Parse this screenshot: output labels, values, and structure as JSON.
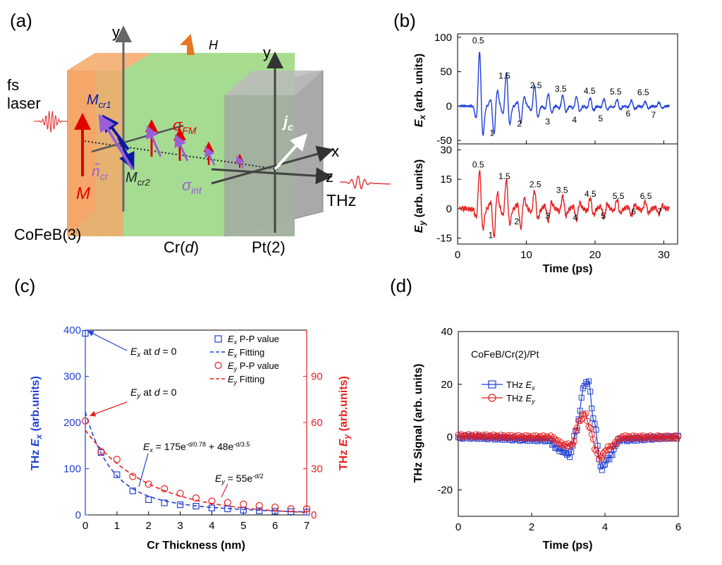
{
  "panel_labels": [
    "(a)",
    "(b)",
    "(c)",
    "(d)"
  ],
  "diagram": {
    "axis_y1": "y",
    "axis_y2": "y",
    "axis_x": "x",
    "axis_z": "z",
    "field": "H",
    "source": [
      "fs",
      "laser"
    ],
    "output": "THz",
    "m_label": "M",
    "layers": [
      "CoFeB(3)",
      "Cr(",
      "d",
      ")",
      "Pt(2)"
    ],
    "vectors": {
      "m_cr1_base": "M",
      "m_cr1_sub": "cr1",
      "m_cr2_base": "M",
      "m_cr2_sub": "cr2",
      "n_cr_base": "n̂",
      "n_cr_sub": "cr",
      "sigma_fm_base": "σ",
      "sigma_fm_sub": "FM",
      "sigma_int_base": "σ",
      "sigma_int_sub": "int",
      "jc_base": "j",
      "jc_sub": "c"
    },
    "colors": {
      "cofeb": "#f7a869",
      "cr": "#8fd37c",
      "pt": "#a6a6a6",
      "field_arrow": "#e87722",
      "m_arrow": "#e00000",
      "m_cr": "#0a1aa0",
      "sigma_int": "#9a5fd8"
    }
  },
  "chart_data": [
    {
      "id": "b-top",
      "type": "line",
      "ylabel_base": "E",
      "ylabel_sub": "x",
      "ylabel_rest": " (arb. units)",
      "xlim": [
        0,
        32
      ],
      "ylim": [
        -55,
        105
      ],
      "yticks": [
        -50,
        0,
        50,
        100
      ],
      "xticks": [
        0,
        10,
        20,
        30
      ],
      "color": "#1f3fd6",
      "peak_times": [
        3.2,
        5.3,
        7.1,
        9.2,
        11.2,
        13.2,
        15.3,
        17.3,
        19.3,
        21.3,
        23.2,
        25.3,
        27.3,
        29.3
      ],
      "peak_values": [
        86,
        -45,
        53,
        -27,
        33,
        19,
        17,
        15,
        13,
        11,
        10,
        9,
        7,
        6
      ],
      "annotations": [
        {
          "text": "0.5",
          "x": 3.0,
          "y": 91
        },
        {
          "text": "1",
          "x": 5.0,
          "y": -43
        },
        {
          "text": "1.5",
          "x": 6.8,
          "y": 40
        },
        {
          "text": "2",
          "x": 9.0,
          "y": -30
        },
        {
          "text": "2.5",
          "x": 11.4,
          "y": 26
        },
        {
          "text": "3",
          "x": 13.1,
          "y": -27
        },
        {
          "text": "3.5",
          "x": 15.0,
          "y": 21
        },
        {
          "text": "4",
          "x": 17.0,
          "y": -24
        },
        {
          "text": "4.5",
          "x": 19.2,
          "y": 18
        },
        {
          "text": "5",
          "x": 20.8,
          "y": -22
        },
        {
          "text": "5.5",
          "x": 23.0,
          "y": 17
        },
        {
          "text": "6",
          "x": 24.8,
          "y": -15
        },
        {
          "text": "6.5",
          "x": 27.0,
          "y": 16
        },
        {
          "text": "7",
          "x": 28.5,
          "y": -17
        }
      ]
    },
    {
      "id": "b-bottom",
      "type": "line",
      "xlabel": "Time (ps)",
      "ylabel_base": "E",
      "ylabel_sub": "y",
      "ylabel_rest": " (arb. units)",
      "xlim": [
        0,
        32
      ],
      "ylim": [
        -18,
        33
      ],
      "yticks": [
        -15,
        0,
        15,
        30
      ],
      "xticks": [
        0,
        10,
        20,
        30
      ],
      "color": "#e52020",
      "peak_times": [
        3.2,
        5.3,
        7.1,
        9.2,
        11.2,
        13.2,
        15.3,
        17.3,
        19.3,
        21.3,
        23.2,
        25.3,
        27.3,
        29.3
      ],
      "peak_values": [
        21,
        -16,
        16,
        -11,
        10,
        -7,
        7,
        -6,
        6,
        -5,
        5,
        -4,
        4,
        -3
      ],
      "annotations": [
        {
          "text": "0.5",
          "x": 3.0,
          "y": 21
        },
        {
          "text": "1",
          "x": 4.8,
          "y": -15
        },
        {
          "text": "1.5",
          "x": 6.8,
          "y": 15
        },
        {
          "text": "2",
          "x": 8.6,
          "y": -8
        },
        {
          "text": "2.5",
          "x": 11.3,
          "y": 11
        },
        {
          "text": "3",
          "x": 13.1,
          "y": -5
        },
        {
          "text": "3.5",
          "x": 15.2,
          "y": 8
        },
        {
          "text": "4",
          "x": 17.1,
          "y": -6
        },
        {
          "text": "4.5",
          "x": 19.3,
          "y": 6
        },
        {
          "text": "5",
          "x": 21.2,
          "y": -5
        },
        {
          "text": "5.5",
          "x": 23.4,
          "y": 5
        },
        {
          "text": "6",
          "x": 25.6,
          "y": -3
        },
        {
          "text": "6.5",
          "x": 27.4,
          "y": 5
        },
        {
          "text": "7",
          "x": 29.4,
          "y": -3
        }
      ]
    },
    {
      "id": "c",
      "type": "scatter",
      "xlabel": "Cr Thickness (nm)",
      "ylabel_left_base": "THz ",
      "ylabel_left_e": "E",
      "ylabel_left_sub": "x",
      "ylabel_left_rest": " (arb.units)",
      "ylabel_right_base": "THz ",
      "ylabel_right_e": "E",
      "ylabel_right_sub": "y",
      "ylabel_right_rest": " (arb.units)",
      "xlim": [
        0,
        7
      ],
      "ylim_left": [
        0,
        400
      ],
      "ylim_right": [
        0,
        120
      ],
      "xticks": [
        0,
        1,
        2,
        3,
        4,
        5,
        6,
        7
      ],
      "yticks_left": [
        0,
        100,
        200,
        300,
        400
      ],
      "yticks_right": [
        0,
        30,
        60,
        90
      ],
      "series": [
        {
          "name": "Ex P-P value",
          "axis": "left",
          "color": "#1f3fd6",
          "marker": "square",
          "x": [
            0,
            0.5,
            1,
            1.5,
            2,
            2.5,
            3,
            3.5,
            4,
            4.5,
            5,
            5.5,
            6,
            6.5,
            7
          ],
          "y": [
            393,
            135,
            87,
            52,
            33,
            26,
            22,
            19,
            15,
            13,
            10,
            9,
            8,
            7,
            6
          ]
        },
        {
          "name": "Ey P-P value",
          "axis": "right",
          "color": "#e52020",
          "marker": "circle",
          "x": [
            0,
            0.5,
            1,
            1.5,
            2,
            2.5,
            3,
            3.5,
            4,
            4.5,
            5,
            5.5,
            6,
            6.5,
            7
          ],
          "y": [
            61,
            41,
            36,
            25,
            20,
            17,
            14,
            11,
            9,
            8,
            7,
            6,
            5,
            4,
            4
          ]
        }
      ],
      "fits": {
        "ex": {
          "a": 175,
          "t1": 0.78,
          "b": 48,
          "t2": 3.5,
          "axis": "left",
          "color": "#1f3fd6"
        },
        "ey": {
          "a": 55,
          "t": 2,
          "axis": "right",
          "color": "#e52020"
        }
      },
      "legend": [
        {
          "base": "E",
          "sub": "x",
          "rest": " P-P value",
          "kind": "square",
          "color": "#1f3fd6"
        },
        {
          "base": "E",
          "sub": "x",
          "rest": " Fitting",
          "kind": "dash",
          "color": "#1f3fd6"
        },
        {
          "base": "E",
          "sub": "y",
          "rest": " P-P value",
          "kind": "circle",
          "color": "#e52020"
        },
        {
          "base": "E",
          "sub": "y",
          "rest": " Fitting",
          "kind": "dash",
          "color": "#e52020"
        }
      ],
      "notes": {
        "ex_zero": [
          "E",
          "x",
          " at ",
          "d",
          " = 0"
        ],
        "ey_zero": [
          "E",
          "y",
          " at ",
          "d",
          " = 0"
        ],
        "ex_eq": [
          "E",
          "x",
          " = 175e",
          "-d/0.78",
          " + 48e",
          "-d/3.5"
        ],
        "ey_eq": [
          "E",
          "y",
          " = 55e",
          "-d/2"
        ]
      }
    },
    {
      "id": "d",
      "type": "line",
      "title": "CoFeB/Cr(2)/Pt",
      "xlabel": "Time (ps)",
      "ylabel": "THz Signal (arb. units)",
      "xlim": [
        0,
        6
      ],
      "ylim": [
        -30,
        40
      ],
      "xticks": [
        0,
        2,
        4,
        6
      ],
      "yticks": [
        -20,
        0,
        20,
        40
      ],
      "series": [
        {
          "name_base": "THz ",
          "name_e": "E",
          "name_sub": "x",
          "color": "#1f3fd6",
          "marker": "square",
          "key_points": [
            [
              0,
              0
            ],
            [
              2.4,
              -1
            ],
            [
              2.8,
              -5
            ],
            [
              3.05,
              -7
            ],
            [
              3.2,
              2
            ],
            [
              3.45,
              20
            ],
            [
              3.55,
              21
            ],
            [
              3.7,
              6
            ],
            [
              3.9,
              -12
            ],
            [
              4.1,
              -8
            ],
            [
              4.4,
              -1
            ],
            [
              6,
              0
            ]
          ]
        },
        {
          "name_base": "THz ",
          "name_e": "E",
          "name_sub": "y",
          "color": "#e52020",
          "marker": "circle",
          "key_points": [
            [
              0,
              0.5
            ],
            [
              2.5,
              0
            ],
            [
              2.9,
              -3
            ],
            [
              3.1,
              -3
            ],
            [
              3.3,
              6
            ],
            [
              3.45,
              9
            ],
            [
              3.6,
              3
            ],
            [
              3.75,
              -5
            ],
            [
              3.85,
              -8
            ],
            [
              4.1,
              -4
            ],
            [
              4.5,
              0
            ],
            [
              6,
              0
            ]
          ]
        }
      ]
    }
  ]
}
